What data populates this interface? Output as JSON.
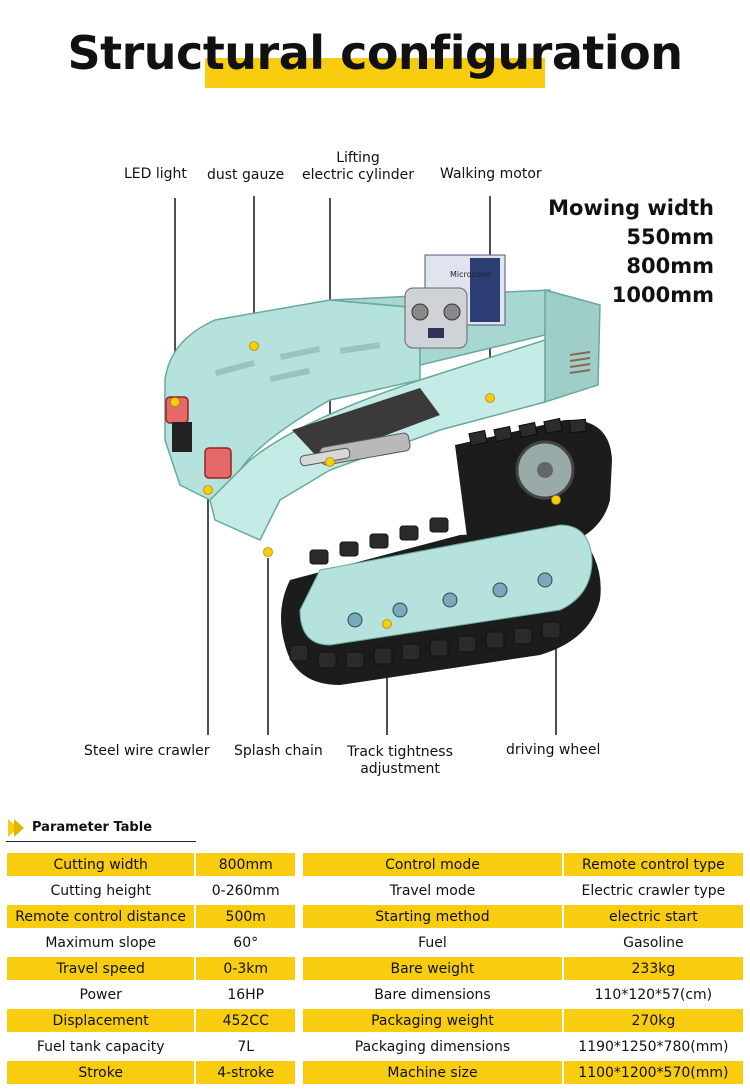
{
  "title": "Structural configuration",
  "labels": {
    "led_light": "LED light",
    "dust_gauze": "dust gauze",
    "lifting_line1": "Lifting",
    "lifting_line2": "electric cylinder",
    "walking_motor": "Walking motor",
    "steel_wire_crawler": "Steel wire crawler",
    "splash_chain": "Splash chain",
    "track_line1": "Track tightness",
    "track_line2": "adjustment",
    "driving_wheel": "driving wheel"
  },
  "mowing": {
    "heading": "Mowing width",
    "w1": "550mm",
    "w2": "800mm",
    "w3": "1000mm"
  },
  "remote_brand": "Microzone",
  "param_table_title": "Parameter Table",
  "params": [
    {
      "k1": "Cutting width",
      "v1": "800mm",
      "k2": "Control mode",
      "v2": "Remote control type"
    },
    {
      "k1": "Cutting height",
      "v1": "0-260mm",
      "k2": "Travel mode",
      "v2": "Electric crawler type"
    },
    {
      "k1": "Remote control distance",
      "v1": "500m",
      "k2": "Starting method",
      "v2": "electric start"
    },
    {
      "k1": "Maximum slope",
      "v1": "60°",
      "k2": "Fuel",
      "v2": "Gasoline"
    },
    {
      "k1": "Travel speed",
      "v1": "0-3km",
      "k2": "Bare weight",
      "v2": "233kg"
    },
    {
      "k1": "Power",
      "v1": "16HP",
      "k2": "Bare dimensions",
      "v2": "110*120*57(cm)"
    },
    {
      "k1": "Displacement",
      "v1": "452CC",
      "k2": "Packaging weight",
      "v2": "270kg"
    },
    {
      "k1": "Fuel tank capacity",
      "v1": "7L",
      "k2": "Packaging dimensions",
      "v2": "1190*1250*780(mm)"
    },
    {
      "k1": "Stroke",
      "v1": "4-stroke",
      "k2": "Machine size",
      "v2": "1100*1200*570(mm)"
    }
  ],
  "colors": {
    "accent_yellow": "#f8cc0f",
    "body_teal": "#b6e2dd",
    "track_black": "#1c1c1c"
  }
}
